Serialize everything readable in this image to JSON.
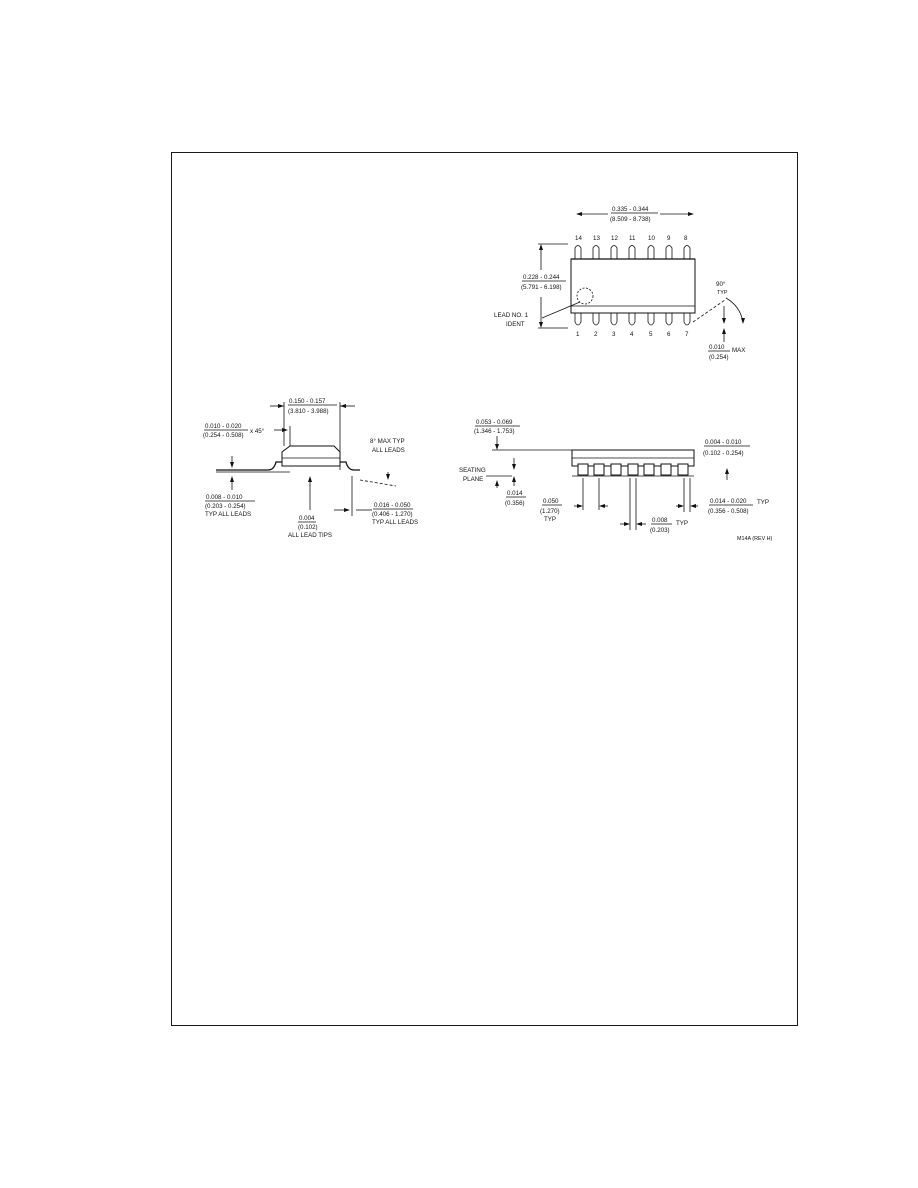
{
  "top_view": {
    "length_dim": [
      "0.335 - 0.344",
      "(8.509 - 8.738)"
    ],
    "width_dim": [
      "0.228 - 0.244",
      "(5.791 - 6.198)"
    ],
    "top_pins": [
      "14",
      "13",
      "12",
      "11",
      "10",
      "9",
      "8"
    ],
    "bottom_pins": [
      "1",
      "2",
      "3",
      "4",
      "5",
      "6",
      "7"
    ],
    "lead_ident": [
      "LEAD NO. 1",
      "IDENT"
    ],
    "angle_label": [
      "90°",
      "TYP"
    ],
    "max_dim": [
      "0.010",
      "(0.254)"
    ],
    "max_suffix": "MAX"
  },
  "end_view": {
    "body_width_dim": [
      "0.150 - 0.157",
      "(3.810 - 3.988)"
    ],
    "chamfer_dim": [
      "0.010 - 0.020",
      "(0.254 - 0.508)"
    ],
    "chamfer_suffix": "x 45°",
    "angle_label": [
      "8° MAX TYP",
      "ALL LEADS"
    ],
    "lead_thick_dim": [
      "0.008 - 0.010",
      "(0.203 - 0.254)",
      "TYP ALL LEADS"
    ],
    "tip_dim": [
      "0.004",
      "(0.102)",
      "ALL LEAD TIPS"
    ],
    "foot_dim": [
      "0.016 - 0.050",
      "(0.406 - 1.270)",
      "TYP ALL LEADS"
    ]
  },
  "side_view": {
    "height_dim": [
      "0.053 - 0.069",
      "(1.346 - 1.753)"
    ],
    "seating_plane": [
      "SEATING",
      "PLANE"
    ],
    "standoff_dim": [
      "0.014",
      "(0.356)"
    ],
    "pitch_dim": [
      "0.050",
      "(1.270)",
      "TYP"
    ],
    "lead_width_dim": [
      "0.008",
      "(0.203)"
    ],
    "lead_width_suffix": "TYP",
    "clearance_dim": [
      "0.004 - 0.010",
      "(0.102 - 0.254)"
    ],
    "lead_w2_dim": [
      "0.014 - 0.020",
      "(0.356 - 0.508)"
    ],
    "lead_w2_suffix": "TYP",
    "figure_id": "M14A (REV H)"
  }
}
